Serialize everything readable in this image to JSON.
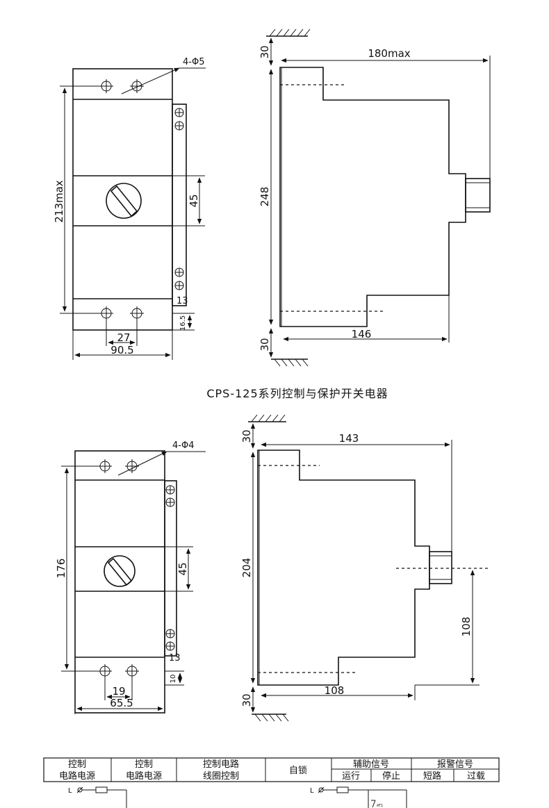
{
  "title": "CPS-125系列控制与保护开关电器",
  "top_front": {
    "hole_spec": "4-Φ5",
    "height": "213max",
    "knob_height": "45",
    "terminal_dim": "13",
    "bottom_dim": "16.5",
    "hole_spacing": "27",
    "width": "90.5"
  },
  "top_side": {
    "top_clearance": "30",
    "depth": "180max",
    "height": "248",
    "base_depth": "146",
    "bottom_clearance": "30"
  },
  "bottom_front": {
    "hole_spec": "4-Φ4",
    "height": "176",
    "knob_height": "45",
    "terminal_dim": "13",
    "bottom_dim": "10",
    "hole_spacing": "19",
    "width": "65.5"
  },
  "bottom_side": {
    "top_clearance": "30",
    "depth": "143",
    "height": "204",
    "knob_offset": "108",
    "base_depth": "108",
    "bottom_clearance": "30"
  },
  "table": {
    "col1": [
      "控制",
      "电路电源"
    ],
    "col2": [
      "控制",
      "电路电源"
    ],
    "col3": [
      "控制电路",
      "线圈控制"
    ],
    "col4": "自锁",
    "group1": {
      "title": "辅助信号",
      "sub": [
        "运行",
        "停止"
      ]
    },
    "group2": {
      "title": "报警信号",
      "sub": [
        "短路",
        "过载"
      ]
    },
    "wiring": {
      "left_label": "L",
      "right_label": "L",
      "contact_label": "AT1"
    }
  }
}
